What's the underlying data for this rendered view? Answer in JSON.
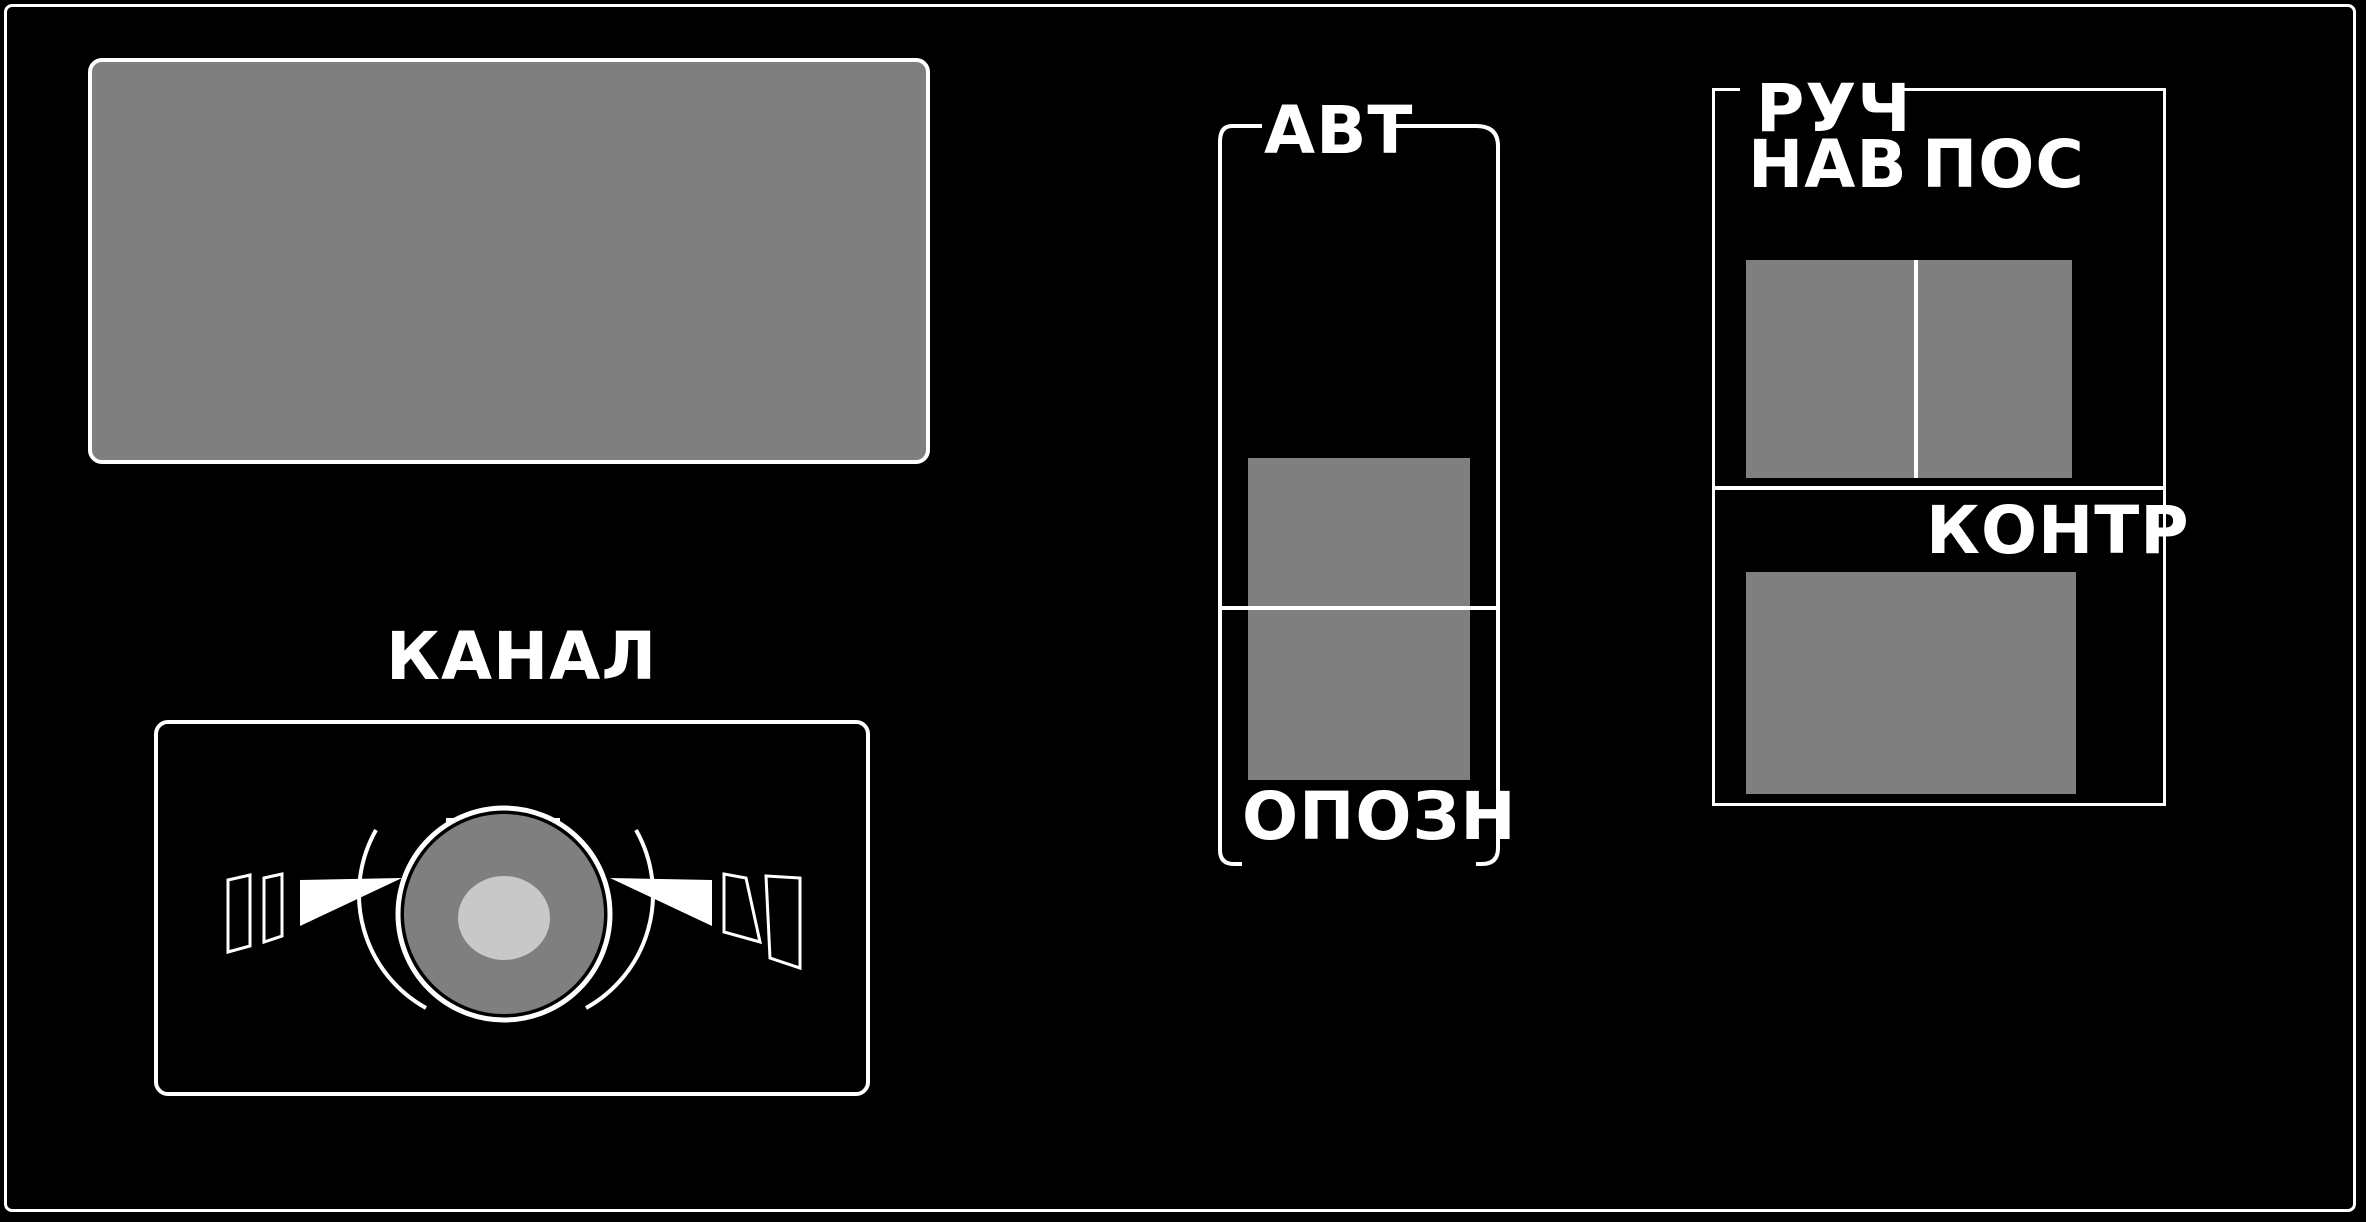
{
  "panel": {
    "display_state": "blank",
    "channel": {
      "title": "КАНАЛ",
      "selector_icon": "rotary-knob-icon",
      "arrow_icon": "arrow-right-icon"
    },
    "auto_group": {
      "title": "АВТ",
      "bottom_label": "ОПОЗН"
    },
    "manual_group": {
      "title": "РУЧ",
      "left_label": "НАВ",
      "right_label": "ПОС",
      "lower_label": "КОНТР"
    }
  },
  "colors": {
    "background": "#000000",
    "outline": "#ffffff",
    "button_fill": "#7f7f7f",
    "knob_inner": "#c8c8c8"
  }
}
